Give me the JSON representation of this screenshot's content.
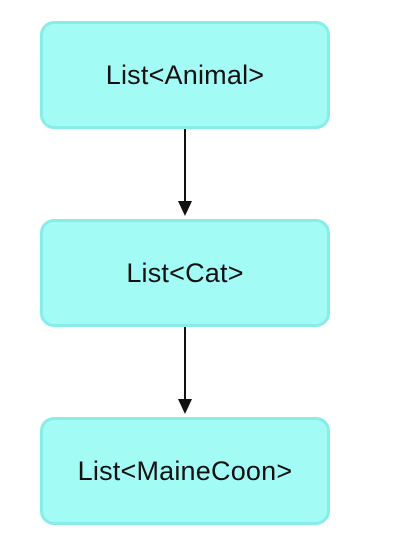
{
  "diagram": {
    "nodes": [
      {
        "label": "List<Animal>"
      },
      {
        "label": "List<Cat>"
      },
      {
        "label": "List<MaineCoon>"
      }
    ],
    "edges": [
      {
        "from": "List<Animal>",
        "to": "List<Cat>"
      },
      {
        "from": "List<Cat>",
        "to": "List<MaineCoon>"
      }
    ]
  }
}
